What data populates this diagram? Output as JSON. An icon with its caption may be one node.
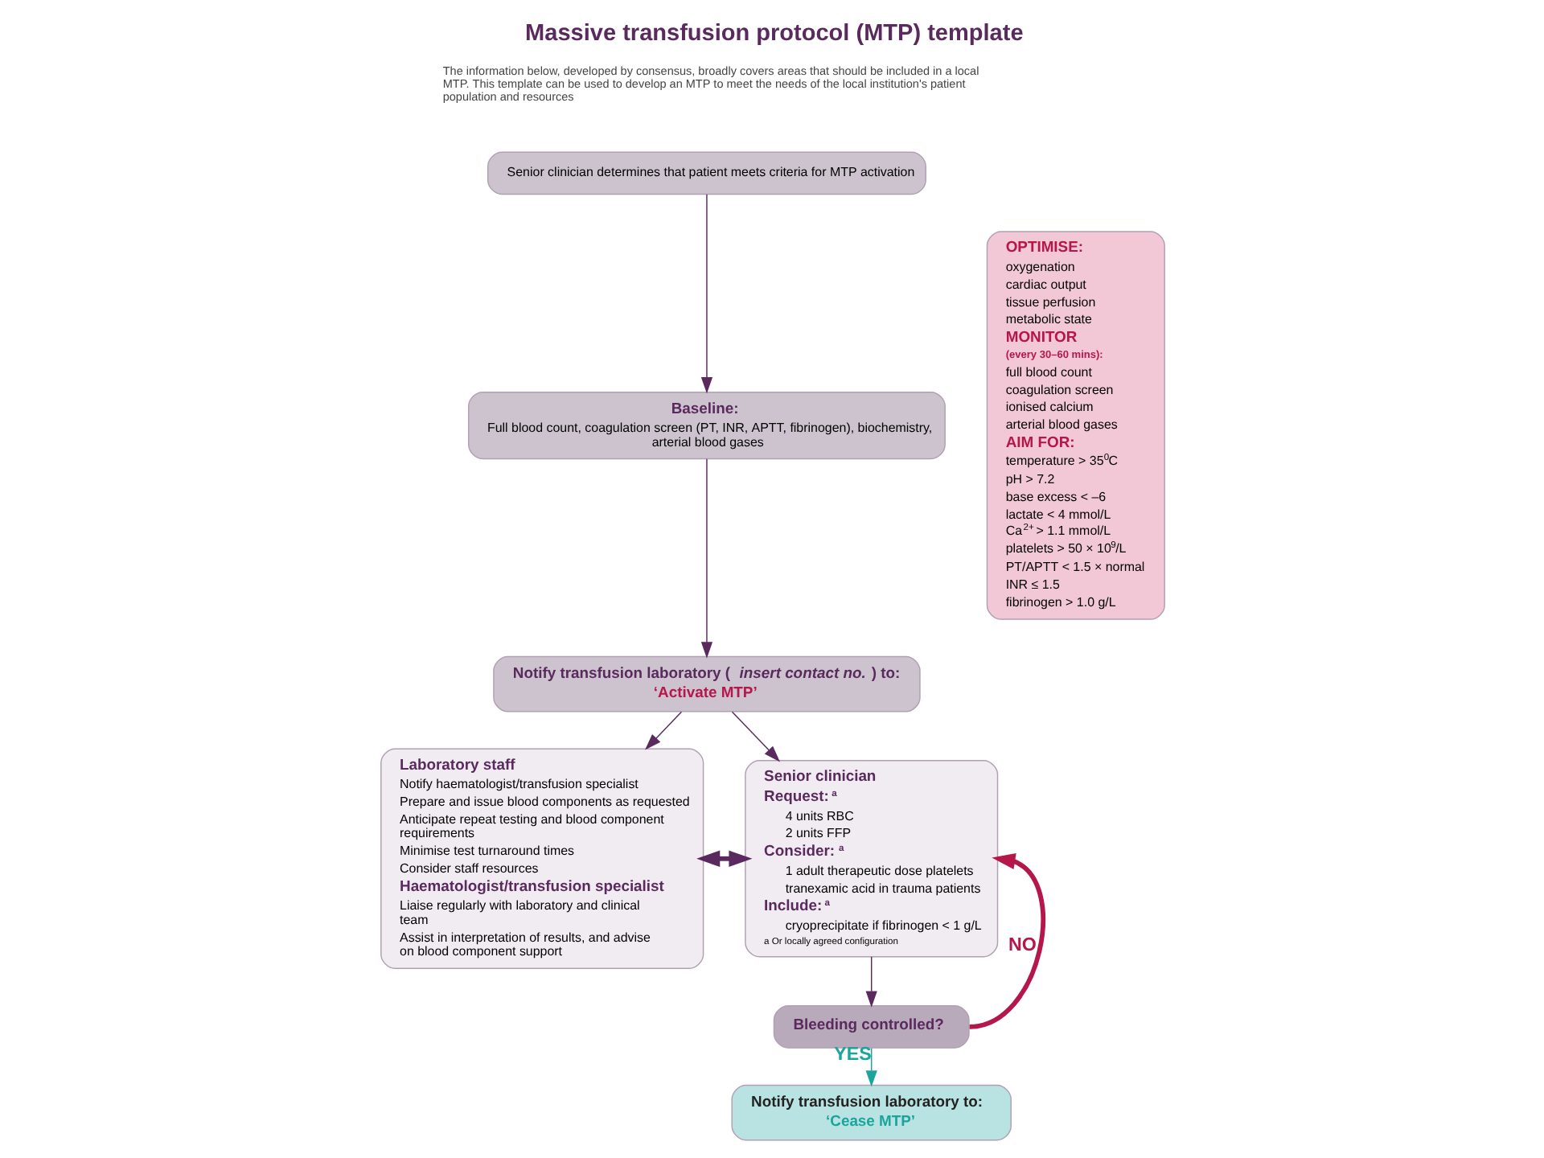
{
  "diagram": {
    "title": "Massive transfusion protocol (MTP) template",
    "nodes": [
      {
        "text": [
          "Senior clinician determines that patient meets criteria for MTP activation"
        ]
      },
      {
        "text": [
          "Baseline:",
          "Full blood count, coagulation screen (PT, INR, APTT, fibrinogen), biochemistry, arterial blood gases"
        ]
      },
      {
        "text": [
          "Notify transfusion laboratory (*insert contact no.*) to:",
          "‘Activate MTP’"
        ]
      },
      {
        "text": [
          "Laboratory staff",
          "Notify haematologist/transfusion specialist",
          "Prepare and issue blood components as requested",
          "Anticipate repeat testing and blood component requirements",
          "Minimise test turnaround times",
          "Consider staff resources",
          "Haematologist/transfusion specialist",
          "Liaise regularly with laboratory and clinical team",
          "Assist in interpretation of results, and advise on blood component support"
        ]
      },
      {
        "text": [
          "Senior clinician",
          "Request:$^{a}$",
          "4 units RBC",
          "2 units FFP",
          "Consider:$^{a}$",
          "1 adult therapeutic dose platelets",
          "tranexamic acid in trauma patients",
          "Include:$^{a}$",
          "cryoprecipitate if fibrinogen < 1 g/L",
          "a Or locally agreed configuration"
        ]
      },
      {
        "text": [
          "Bleeding controlled?"
        ]
      },
      {
        "text": [
          "Notify transfusion laboratory to:",
          "‘Cease MTP’"
        ]
      },
      {
        "text": [
          "OPTIMISE:",
          "oxygenation",
          "cardiac output",
          "tissue perfusion",
          "metabolic state",
          "MONITOR",
          "(every 30–60 mins):",
          "full blood count",
          "coagulation screen",
          "ionised calcium",
          "arterial blood gases",
          "AIM FOR:",
          "temperature > 35$^{0}$C",
          "pH > 7.2",
          "base excess < –6",
          "lactate < 4 mmol/L",
          "Ca$^{2+}$ > 1.1 mmol/L",
          "platelets > 50 × 10$^{9}$/L",
          "PT/APTT < 1.5 × normal",
          "INR ≤ 1.5",
          "fibrinogen > 1.0 g/L"
        ]
      }
    ],
    "edges": [
      {
        "from": 0,
        "to": 1,
        "arrow": "to"
      },
      {
        "from": 1,
        "to": 2,
        "arrow": "to"
      },
      {
        "from": 2,
        "to": 3,
        "arrow": "to"
      },
      {
        "from": 2,
        "to": 4,
        "arrow": "to"
      },
      {
        "from": 3,
        "to": 4,
        "arrow": "both",
        "style": "thick"
      },
      {
        "from": 4,
        "to": 5,
        "arrow": "to"
      },
      {
        "from": 5,
        "to": 6,
        "arrow": "to",
        "label": "YES",
        "color": "#1aa59c"
      },
      {
        "from": 5,
        "to": 4,
        "arrow": "to",
        "label": "NO",
        "color": "#b5174b",
        "style": "thick"
      }
    ],
    "labels": [
      "The information below, developed by consensus, broadly covers areas that should be included in a local MTP. This template can be used to develop an MTP to meet the needs of the local institution's patient population and resources"
    ]
  }
}
